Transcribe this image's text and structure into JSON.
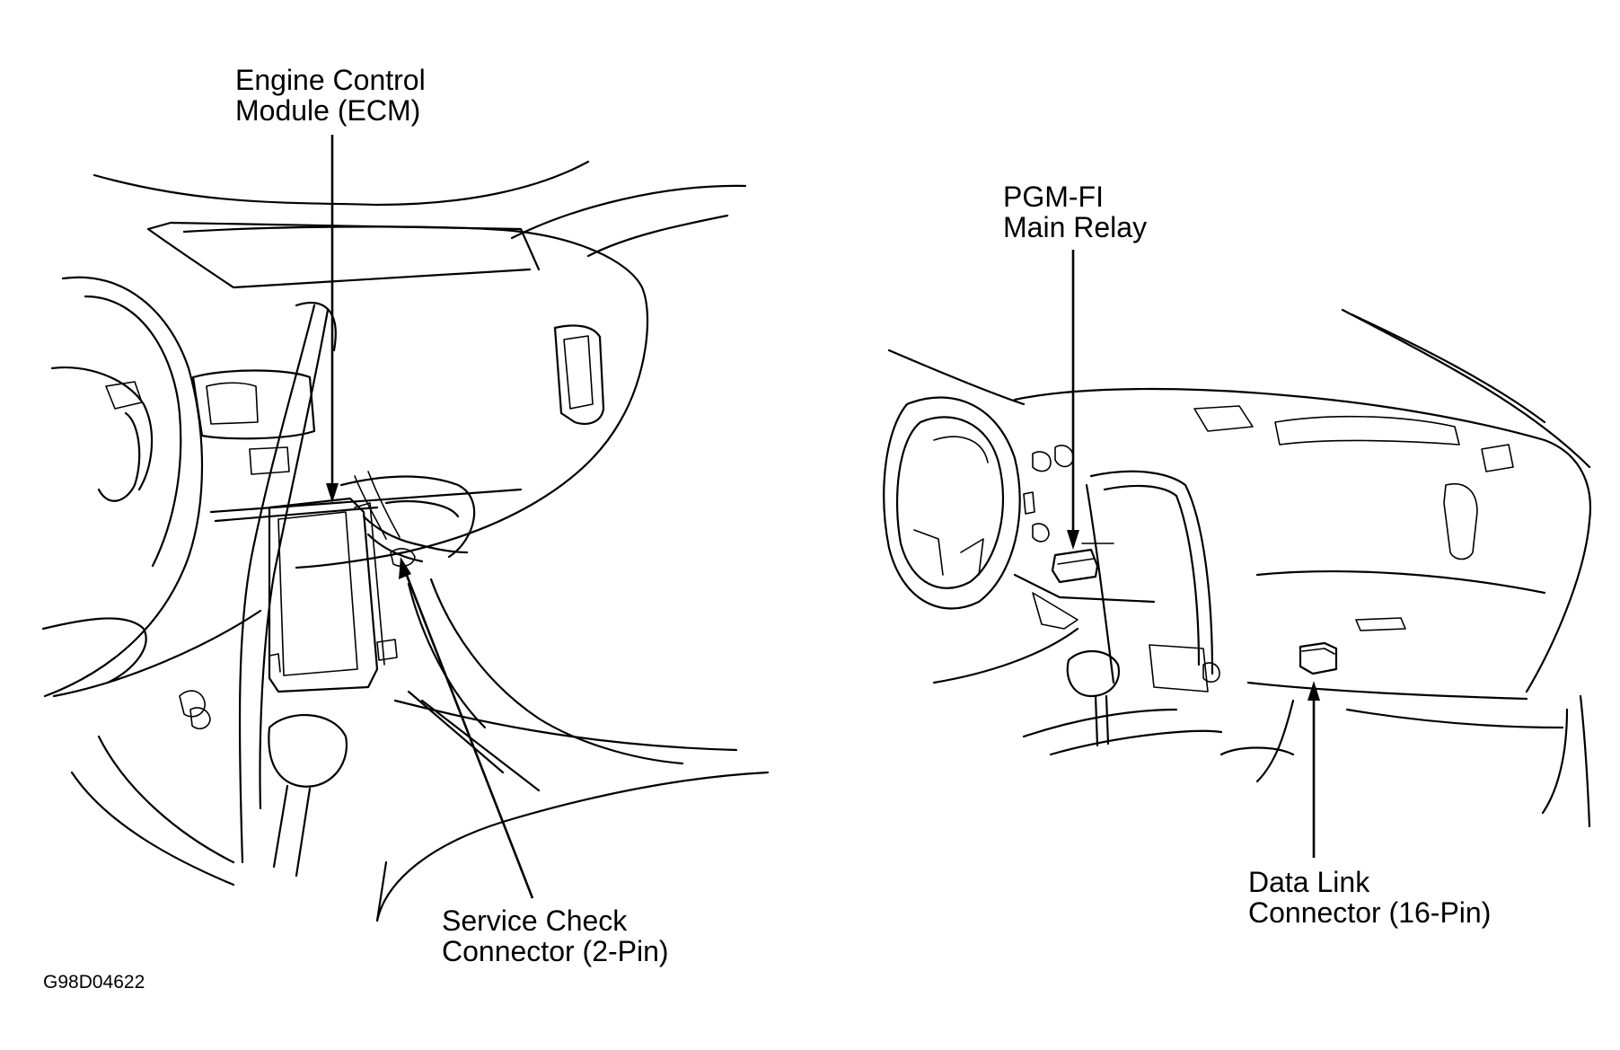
{
  "labels": {
    "ecm": [
      "Engine Control",
      "Module (ECM)"
    ],
    "service_check": [
      "Service Check",
      "Connector (2-Pin)"
    ],
    "pgm_fi": [
      "PGM-FI",
      "Main Relay"
    ],
    "data_link": [
      "Data Link",
      "Connector (16-Pin)"
    ]
  },
  "figure_code": "G98D04622",
  "colors": {
    "line": "#000000",
    "background": "#ffffff"
  }
}
